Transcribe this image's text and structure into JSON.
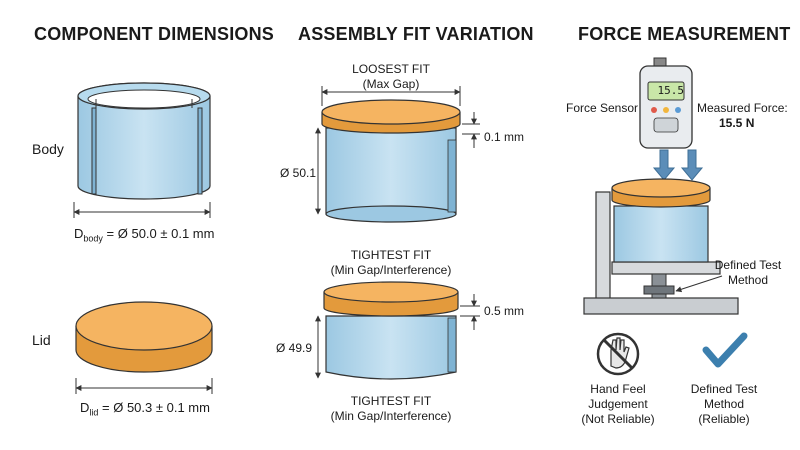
{
  "sections": {
    "component": {
      "title": "COMPONENT DIMENSIONS"
    },
    "assembly": {
      "title": "ASSEMBLY FIT VARIATION"
    },
    "force": {
      "title": "FORCE MEASUREMENT"
    }
  },
  "component": {
    "body_label": "Body",
    "body_dim_prefix": "D",
    "body_dim_sub": "body",
    "body_dim_value": " = Ø 50.0 ± 0.1 mm",
    "lid_label": "Lid",
    "lid_dim_prefix": "D",
    "lid_dim_sub": "lid",
    "lid_dim_value": " = Ø 50.3 ± 0.1 mm"
  },
  "assembly": {
    "loose_title": "LOOSEST FIT",
    "loose_sub": "(Max Gap)",
    "loose_gap": "0.1 mm",
    "loose_dia": "Ø 50.1",
    "tight_title": "TIGHTEST FIT",
    "tight_sub": "(Min Gap/Interference)",
    "tight_gap": "0.5 mm",
    "tight_dia": "Ø 49.9",
    "tight_title_bottom": "TIGHTEST FIT",
    "tight_sub_bottom": "(Min Gap/Interference)"
  },
  "force": {
    "sensor_label": "Force Sensor",
    "display_value": "15.5",
    "measured_label": "Measured Force:",
    "measured_value": "15.5 N",
    "method_label_line1": "Defined Test",
    "method_label_line2": "Method",
    "hand_line1": "Hand Feel",
    "hand_line2": "Judgement",
    "hand_line3": "(Not Reliable)",
    "defined_line1": "Defined Test",
    "defined_line2": "Method",
    "defined_line3": "(Reliable)"
  },
  "colors": {
    "body_blue": "#a9d1e8",
    "body_blue_dark": "#7fb3d3",
    "lid_orange": "#f5b461",
    "lid_orange_dark": "#e39a3c",
    "arrow_blue": "#5b8db8",
    "check_blue": "#3c7fae",
    "outline": "#333333"
  },
  "icons": [
    "force-gauge-icon",
    "no-hand-icon",
    "checkmark-icon",
    "down-arrow-icon"
  ]
}
